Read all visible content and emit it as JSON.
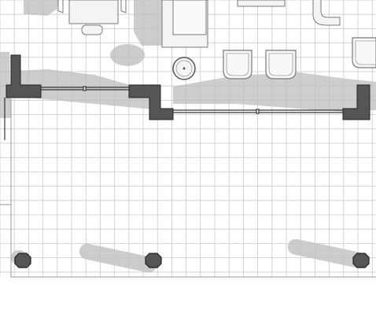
{
  "colors": {
    "background": "#ffffff",
    "grid_line": "#c9c9c9",
    "grid_border": "#9a9a9a",
    "wall_fill": "#555555",
    "wall_stroke": "#222222",
    "window_line": "#333333",
    "shadow": "#bdbdbd",
    "furniture_fill": "#f4f4f4",
    "furniture_stroke": "#7a7a7a",
    "outline_stroke": "#888888"
  },
  "icons": {
    "dining_table": "dining-table-icon",
    "armchair": "armchair-icon",
    "round_side_table": "round-table-icon",
    "column": "column-icon"
  },
  "floor_plan": {
    "columns_count": 3,
    "chairs_count": 3,
    "wall_segments_count": 4
  }
}
